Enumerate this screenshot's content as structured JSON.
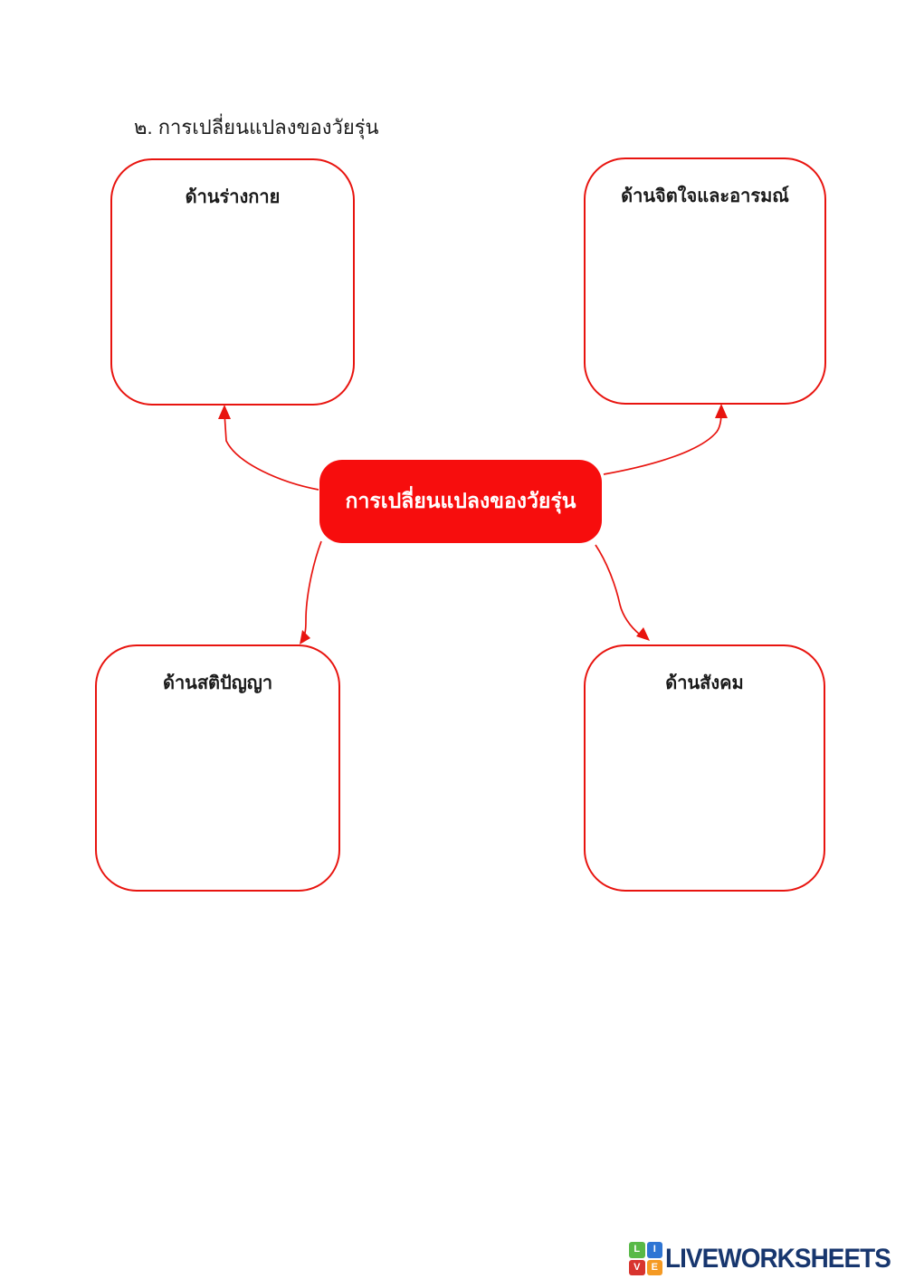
{
  "page": {
    "heading": "๒. การเปลี่ยนแปลงของวัยรุ่น"
  },
  "diagram": {
    "center": {
      "label": "การเปลี่ยนแปลงของวัยรุ่น"
    },
    "nodes": [
      {
        "id": "physical",
        "label": "ด้านร่างกาย"
      },
      {
        "id": "mental",
        "label": "ด้านจิตใจและอารมณ์"
      },
      {
        "id": "intellectual",
        "label": "ด้านสติปัญญา"
      },
      {
        "id": "social",
        "label": "ด้านสังคม"
      }
    ],
    "colors": {
      "center_fill": "#f70d0d",
      "line_red": "#e8140f",
      "center_text": "#ffffff",
      "label_text": "#1a1a1a"
    }
  },
  "footer": {
    "brand": "LIVEWORKSHEETS",
    "brand_color": "#17366e",
    "logo_squares": [
      {
        "letter": "L",
        "color": "#58b947"
      },
      {
        "letter": "I",
        "color": "#2e75d4"
      },
      {
        "letter": "V",
        "color": "#d8342e"
      },
      {
        "letter": "E",
        "color": "#f59a23"
      }
    ]
  }
}
